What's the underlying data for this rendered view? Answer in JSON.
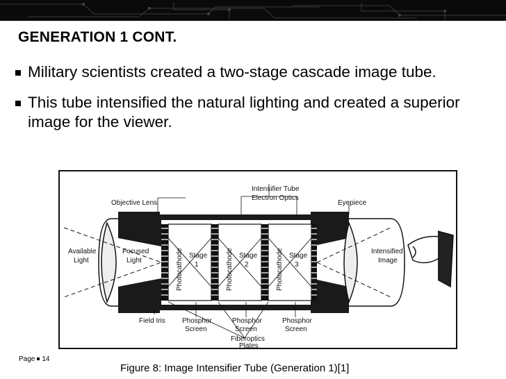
{
  "slide": {
    "title": "GENERATION 1 CONT.",
    "bullets": [
      "Military scientists created a two-stage cascade image tube.",
      "This tube intensified the natural lighting and created a superior image for the viewer."
    ],
    "caption": "Figure 8: Image Intensifier Tube (Generation 1)[1]",
    "page_label": "Page",
    "page_number": "14"
  },
  "diagram": {
    "labels": {
      "intensifier_tube": "Intensifier Tube",
      "electron_optics": "Electron Optics",
      "objective_lens": "Objective Lens",
      "eyepiece": "Eyepiece",
      "available": "Available",
      "light": "Light",
      "focused": "Focused",
      "focused_light": "Light",
      "photocathode": "Photocathode",
      "stage": "Stage",
      "stage_1": "1",
      "stage_2": "2",
      "stage_3": "3",
      "intensified": "Intensified",
      "image": "Image",
      "field_iris": "Field Iris",
      "phosphor": "Phosphor",
      "screen": "Screen",
      "fiberoptics": "Fiberoptics",
      "plates": "Plates"
    }
  },
  "colors": {
    "topbar": "#0a0a0a",
    "text": "#000000",
    "diagram_border": "#111111"
  },
  "icons": {
    "bullet": "square-bullet-icon",
    "eye": "eye-icon"
  }
}
